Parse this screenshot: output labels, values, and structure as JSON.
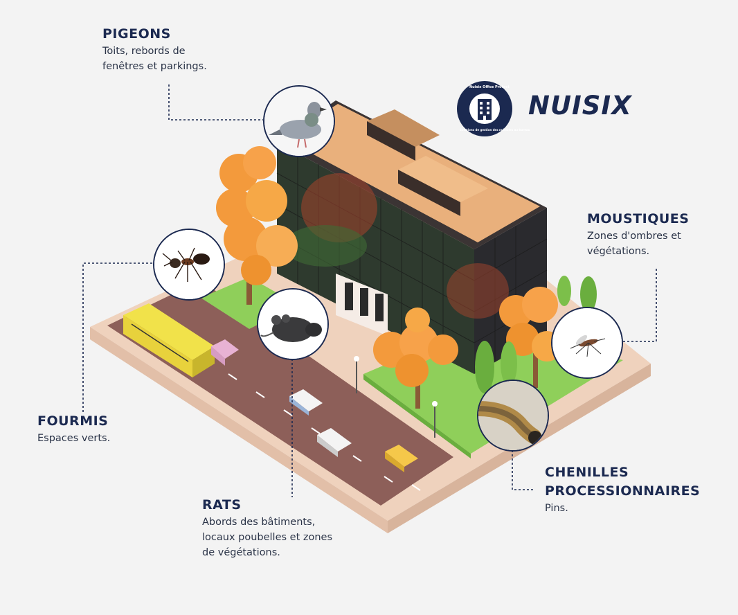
{
  "brand": {
    "name": "NUISIX",
    "badge_text_top": "Nuisix Office Protect",
    "badge_text_bottom": "Solutions de gestion des nuisibles au bureau"
  },
  "pests": {
    "pigeons": {
      "title": "PIGEONS",
      "desc": "Toits, rebords de\nfenêtres et parkings."
    },
    "moustiques": {
      "title": "MOUSTIQUES",
      "desc": "Zones d'ombres et\nvégétations."
    },
    "fourmis": {
      "title": "FOURMIS",
      "desc": "Espaces verts."
    },
    "rats": {
      "title": "RATS",
      "desc": "Abords des bâtiments,\nlocaux poubelles et zones\nde végétations."
    },
    "chenilles": {
      "title_line1": "CHENILLES",
      "title_line2": "PROCESSIONNAIRES",
      "desc": "Pins."
    }
  },
  "colors": {
    "navy": "#1b2950",
    "orange_tree": "#f39a3c",
    "roof": "#e9b07c",
    "grass": "#8fcf5a",
    "pavement": "#f0d6c2",
    "road": "#8c5e58",
    "bus": "#f1e24a"
  }
}
